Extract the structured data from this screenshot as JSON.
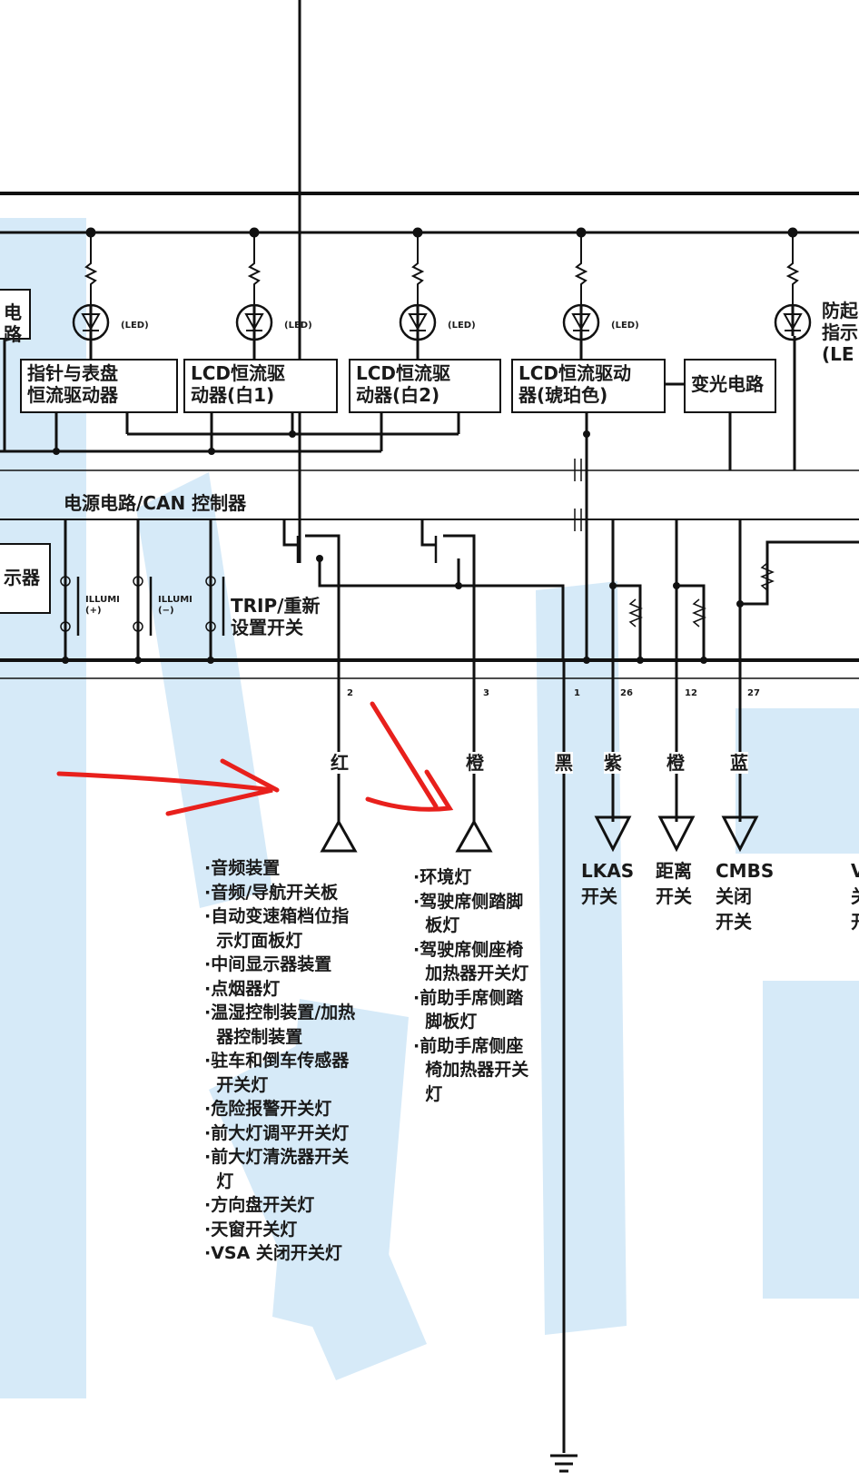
{
  "top_section": {
    "left_partial_box": "电路",
    "led_label": "(LED)",
    "right_partial_label": [
      "防起",
      "指示",
      "(LE"
    ],
    "boxes": [
      {
        "line1": "指针与表盘",
        "line2": "恒流驱动器"
      },
      {
        "line1": "LCD恒流驱",
        "line2": "动器(白1)"
      },
      {
        "line1": "LCD恒流驱",
        "line2": "动器(白2)"
      },
      {
        "line1": "LCD恒流驱动",
        "line2": "器(琥珀色)"
      },
      {
        "line1": "变光电路",
        "line2": ""
      }
    ]
  },
  "power_section": {
    "title": "电源电路/CAN 控制器",
    "left_partial_box": "示器",
    "switches": [
      {
        "label1": "ILLUMI",
        "label2": "(+)"
      },
      {
        "label1": "ILLUMI",
        "label2": "(−)"
      },
      {
        "label1": "TRIP/重新",
        "label2": "设置开关"
      }
    ]
  },
  "pins": [
    {
      "number": "2",
      "wire_color": "红"
    },
    {
      "number": "3",
      "wire_color": "橙"
    },
    {
      "number": "1",
      "wire_color": "黑"
    },
    {
      "number": "26",
      "wire_color": "紫"
    },
    {
      "number": "12",
      "wire_color": "橙"
    },
    {
      "number": "27",
      "wire_color": "蓝"
    }
  ],
  "terminals": {
    "pin2_list": [
      "·音频装置",
      "·音频/导航开关板",
      "·自动变速箱档位指",
      "  示灯面板灯",
      "·中间显示器装置",
      "·点烟器灯",
      "·温湿控制装置/加热",
      "  器控制装置",
      "·驻车和倒车传感器",
      "  开关灯",
      "·危险报警开关灯",
      "·前大灯调平开关灯",
      "·前大灯清洗器开关",
      "  灯",
      "·方向盘开关灯",
      "·天窗开关灯",
      "·VSA 关闭开关灯"
    ],
    "pin3_list": [
      "·环境灯",
      "·驾驶席侧踏脚",
      "  板灯",
      "·驾驶席侧座椅",
      "  加热器开关灯",
      "·前助手席侧踏",
      "  脚板灯",
      "·前助手席侧座",
      "  椅加热器开关",
      "  灯"
    ],
    "lkas": [
      "LKAS",
      "开关"
    ],
    "distance": [
      "距离",
      "开关"
    ],
    "cmbs": [
      "CMBS",
      "关闭",
      "开关"
    ],
    "right_partial": [
      "V",
      "关",
      "开"
    ]
  },
  "colors": {
    "line": "#111111",
    "annotation_arrow": "#e8201c",
    "watermark": "#cfe5f6"
  }
}
